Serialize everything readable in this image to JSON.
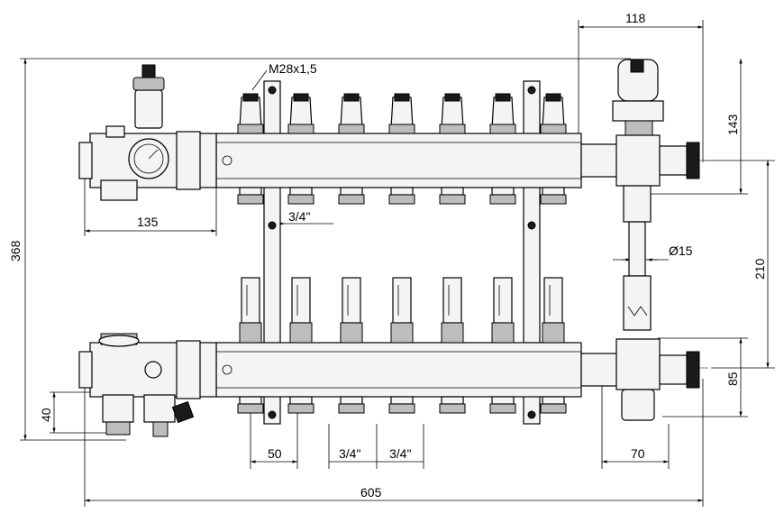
{
  "dimensions": {
    "thread": "M28x1,5",
    "top_right_width": "118",
    "overall_height": "368",
    "right_upper_height": "143",
    "left_group_width": "135",
    "branch_pipe_upper": "3/4\"",
    "pipe_diameter": "Ø15",
    "right_center_height": "210",
    "right_lower_height": "85",
    "left_lower_height": "40",
    "first_outlet_offset": "50",
    "branch_pipe_lower_1": "3/4\"",
    "branch_pipe_lower_2": "3/4\"",
    "right_lower_width": "70",
    "overall_width": "605"
  },
  "manifold": {
    "outlets": 7
  }
}
